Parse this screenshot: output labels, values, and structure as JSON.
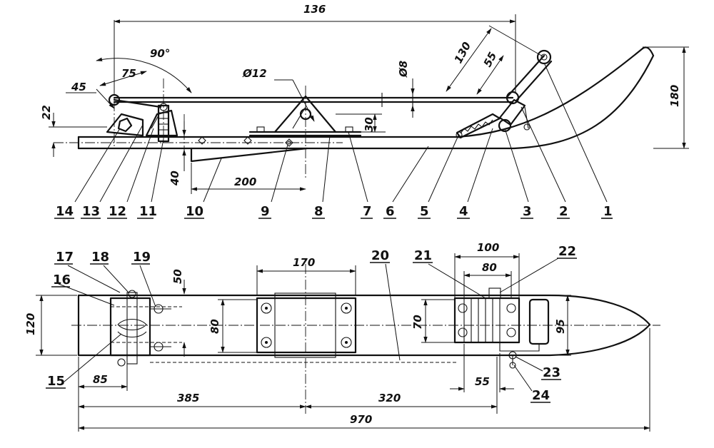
{
  "side_view": {
    "dims": {
      "d136": "136",
      "d90deg": "90°",
      "d75": "75",
      "d45": "45",
      "d22": "22",
      "d12": "Ø12",
      "d8": "Ø8",
      "d30": "30",
      "d130": "130",
      "d55": "55",
      "d180": "180",
      "d40": "40",
      "d200": "200"
    },
    "parts": [
      "14",
      "13",
      "12",
      "11",
      "10",
      "9",
      "8",
      "7",
      "6",
      "5",
      "4",
      "3",
      "2",
      "1"
    ]
  },
  "top_view": {
    "dims": {
      "d170": "170",
      "d100": "100",
      "d80top": "80",
      "d50": "50",
      "d120": "120",
      "d80": "80",
      "d70": "70",
      "d95": "95",
      "d85": "85",
      "d55": "55",
      "d385": "385",
      "d320": "320",
      "d970": "970"
    },
    "parts": {
      "p17": "17",
      "p18": "18",
      "p19": "19",
      "p16": "16",
      "p15": "15",
      "p20": "20",
      "p21": "21",
      "p22": "22",
      "p23": "23",
      "p24": "24"
    }
  }
}
